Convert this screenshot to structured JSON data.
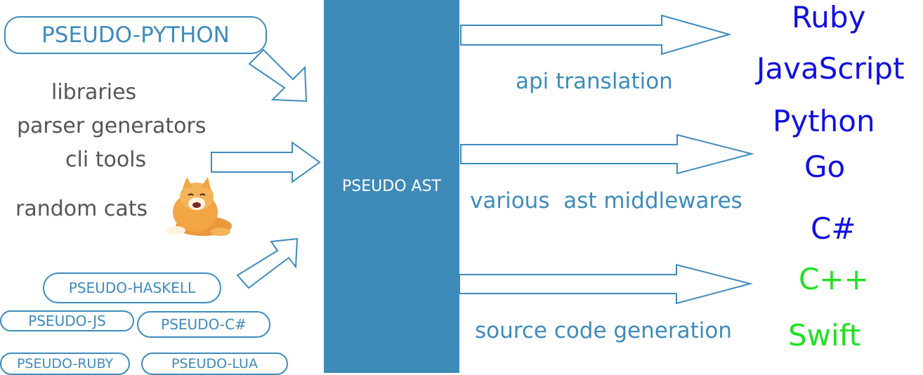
{
  "colors": {
    "accent": "#3d8bbd",
    "ast_fill": "#3e8ab9",
    "text_gray": "#555555",
    "blue": "#1010e0",
    "green": "#22e022"
  },
  "main_source": "PSEUDO-PYTHON",
  "source_items": [
    "libraries",
    "parser generators",
    "cli tools",
    "random cats"
  ],
  "cat_image": "cat-photo",
  "sources": [
    "PSEUDO-HASKELL",
    "PSEUDO-JS",
    "PSEUDO-C#",
    "PSEUDO-RUBY",
    "PSEUDO-LUA"
  ],
  "ast_label": "PSEUDO AST",
  "steps": [
    "api translation",
    "various  ast middlewares",
    "source code generation"
  ],
  "targets": [
    {
      "name": "Ruby",
      "color": "#1010e0"
    },
    {
      "name": "JavaScript",
      "color": "#1010e0"
    },
    {
      "name": "Python",
      "color": "#1010e0"
    },
    {
      "name": "Go",
      "color": "#1010e0"
    },
    {
      "name": "C#",
      "color": "#1010e0"
    },
    {
      "name": "C++",
      "color": "#22e022"
    },
    {
      "name": "Swift",
      "color": "#22e022"
    }
  ]
}
